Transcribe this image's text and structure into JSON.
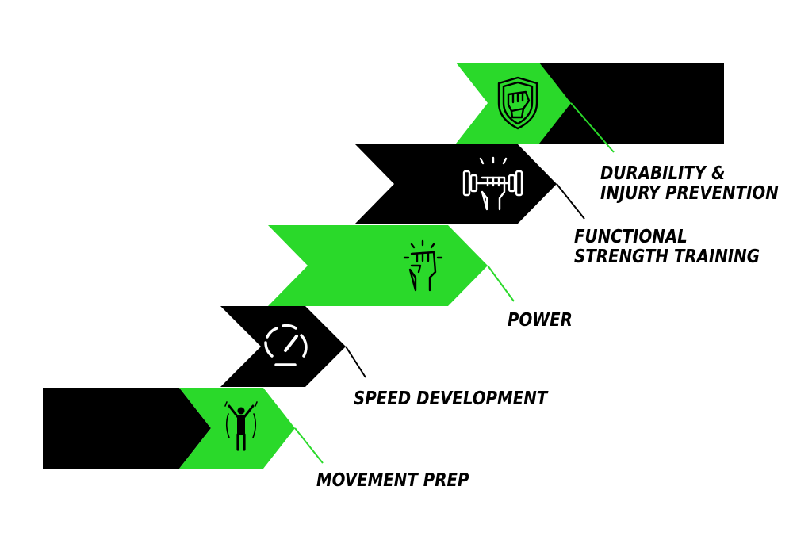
{
  "colors": {
    "green": "#2ad92a",
    "black": "#000000",
    "white": "#ffffff"
  },
  "steps": [
    {
      "label_lines": [
        "DURABILITY &",
        "INJURY PREVENTION"
      ],
      "icon": "shield-fist-icon"
    },
    {
      "label_lines": [
        "FUNCTIONAL",
        "STRENGTH TRAINING"
      ],
      "icon": "dumbbell-fist-icon"
    },
    {
      "label_lines": [
        "POWER"
      ],
      "icon": "raised-fist-icon"
    },
    {
      "label_lines": [
        "SPEED DEVELOPMENT"
      ],
      "icon": "speedometer-icon"
    },
    {
      "label_lines": [
        "MOVEMENT PREP"
      ],
      "icon": "stretching-person-icon"
    }
  ]
}
